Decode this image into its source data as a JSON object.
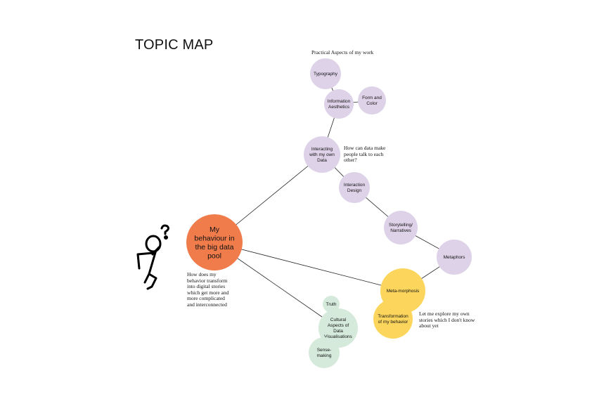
{
  "title": "TOPIC MAP",
  "colors": {
    "lavender": "#ddd2e8",
    "orange": "#f07c4b",
    "yellow": "#fcd65c",
    "green": "#d5eadb",
    "line": "#222222"
  },
  "nodes": [
    {
      "id": "typography",
      "lines": [
        "Typography"
      ],
      "color": "lavender"
    },
    {
      "id": "info-aesthetics",
      "lines": [
        "Information",
        "Aesthetics"
      ],
      "color": "lavender"
    },
    {
      "id": "form-color",
      "lines": [
        "Form and",
        "Color"
      ],
      "color": "lavender"
    },
    {
      "id": "interacting",
      "lines": [
        "Interacting",
        "with my own",
        "Data"
      ],
      "color": "lavender"
    },
    {
      "id": "interaction-design",
      "lines": [
        "Interaction",
        "Design"
      ],
      "color": "lavender"
    },
    {
      "id": "storytelling",
      "lines": [
        "Storytelling/",
        "Narratives"
      ],
      "color": "lavender"
    },
    {
      "id": "metaphors",
      "lines": [
        "Metaphors"
      ],
      "color": "lavender"
    },
    {
      "id": "main",
      "lines": [
        "My",
        "behaviour in",
        "the big data",
        "pool"
      ],
      "color": "orange"
    },
    {
      "id": "metamorphosis",
      "lines": [
        "Meta-morphosis"
      ],
      "color": "yellow"
    },
    {
      "id": "transformation",
      "lines": [
        "Transformation",
        "of my behavior"
      ],
      "color": "yellow"
    },
    {
      "id": "truth",
      "lines": [
        "Truth"
      ],
      "color": "green"
    },
    {
      "id": "cultural",
      "lines": [
        "Cultural",
        "Aspects of",
        "Data",
        "Visualisations"
      ],
      "color": "green"
    },
    {
      "id": "sense-making",
      "lines": [
        "Sense-",
        "making"
      ],
      "color": "green"
    }
  ],
  "edges": [
    [
      "main",
      "interacting"
    ],
    [
      "main",
      "metamorphosis"
    ],
    [
      "main",
      "cultural"
    ],
    [
      "typography",
      "info-aesthetics"
    ],
    [
      "info-aesthetics",
      "form-color"
    ],
    [
      "info-aesthetics",
      "interacting"
    ],
    [
      "interacting",
      "interaction-design"
    ],
    [
      "interaction-design",
      "storytelling"
    ],
    [
      "storytelling",
      "metaphors"
    ],
    [
      "metaphors",
      "metamorphosis"
    ]
  ],
  "notes": {
    "practical": "Practical Aspects of my work",
    "talk": "How can data make people talk to each other?",
    "transform": "How does my behavior transform into digital stories which get more and more complicated and interconnected",
    "explore": "Let me explore my own stories which I don't know about yet"
  }
}
